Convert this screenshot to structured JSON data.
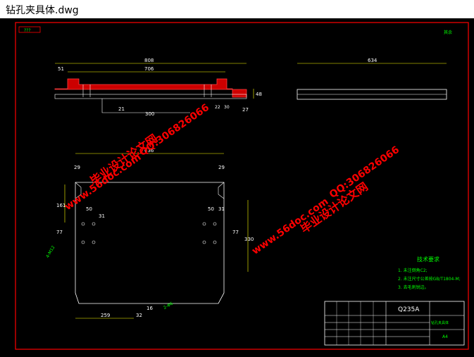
{
  "window": {
    "title": "钻孔夹具体.dwg"
  },
  "drawing": {
    "colors": {
      "background": "#000000",
      "frame": "#ff0000",
      "geometry": "#ffffff",
      "dimension": "#ffff00",
      "section": "#ff0000",
      "notes": "#00ff00",
      "watermark": "#ff0000"
    },
    "corner_tag": "???",
    "top_right_tag": "其余",
    "front_view": {
      "overall": "808",
      "inner": "706",
      "left": "51",
      "h1": "48",
      "h2": "27",
      "d1": "21",
      "d2": "300",
      "d3": "22",
      "d4": "30"
    },
    "side_view": {
      "length": "634"
    },
    "plan_view": {
      "width": "636",
      "left_29": "29",
      "right_29": "29",
      "h161": "161",
      "h77_left": "77",
      "h77_right": "77",
      "left_50": "50",
      "left_31": "31",
      "right_50": "50",
      "right_31": "31",
      "h330": "330",
      "bottom_259": "259",
      "bottom_32": "32",
      "bottom_16": "16",
      "hole_left": "4-M12",
      "hole_right": "2-Φ6"
    },
    "tech_req": {
      "title": "技术要求",
      "items": [
        "1. 未注倒角C2;",
        "2. 未注尺寸公差按GB/T1804-M;",
        "3. 去毛刺锐边。"
      ]
    },
    "title_block": {
      "material": "Q235A",
      "company": "钻孔夹具体",
      "scale": "A4"
    },
    "watermarks": [
      {
        "line1": "毕业设计论文网",
        "line2": "www.56doc.com",
        "line3": "QQ:306826066"
      },
      {
        "line1": "毕业设计论文网",
        "line2": "www.56doc.com",
        "line3": "QQ:306826066"
      }
    ]
  }
}
